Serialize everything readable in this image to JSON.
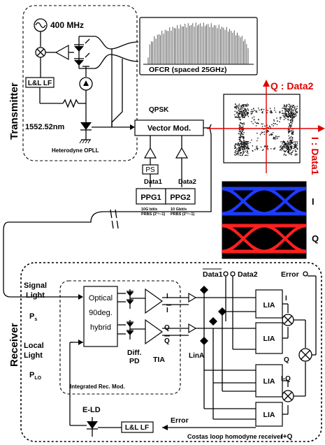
{
  "transmitter": {
    "section_label": "Transmitter",
    "oscillator_freq": "400 MHz",
    "loop_filter": "L&L LF",
    "laser_wavelength": "1552.52nm",
    "opll_label": "Heterodyne OPLL",
    "ofcr_label": "OFCR (spaced 25GHz)",
    "modulation": "QPSK",
    "modulator": "Vector Mod.",
    "phase_shifter": "PS",
    "data1": "Data1",
    "data2": "Data2",
    "ppg1": "PPG1",
    "ppg2": "PPG2",
    "ppg1_spec_a": "10G bit/s",
    "ppg1_spec_b": "PRBS (2¹⁵−1)",
    "ppg2_spec_a": "10 Gbit/s",
    "ppg2_spec_b": "PRBS (2¹⁵−1)"
  },
  "constellation": {
    "q_axis": "Q : Data2",
    "i_axis": "I : Data1",
    "accent_color": "#e00000"
  },
  "eye": {
    "i_label": "I",
    "q_label": "Q",
    "i_color": "#1e3cff",
    "q_color": "#ff2020"
  },
  "receiver": {
    "section_label": "Receiver",
    "signal_light_1": "Signal",
    "signal_light_2": "Light",
    "p_s": "P",
    "p_s_sub": "s",
    "local_light_1": "Local",
    "local_light_2": "Light",
    "p_lo": "P",
    "p_lo_sub": "LO",
    "hybrid_1": "Optical",
    "hybrid_2": "90deg.",
    "hybrid_3": "hybrid",
    "diff_pd_1": "Diff.",
    "diff_pd_2": "PD",
    "tia": "TIA",
    "lina": "LinA",
    "integrated": "Integrated Rec. Mod.",
    "out_data1": "Data1",
    "out_data2": "Data2",
    "error_top": "Error",
    "lia": "LIA",
    "sig_i": "I",
    "sig_q": "Q",
    "sig_iq": "I-Q",
    "sig_ipq": "I+Q",
    "eld": "E-LD",
    "loop_filter": "L&L LF",
    "error_bottom": "Error",
    "costas": "Costas loop homodyne receiver"
  }
}
